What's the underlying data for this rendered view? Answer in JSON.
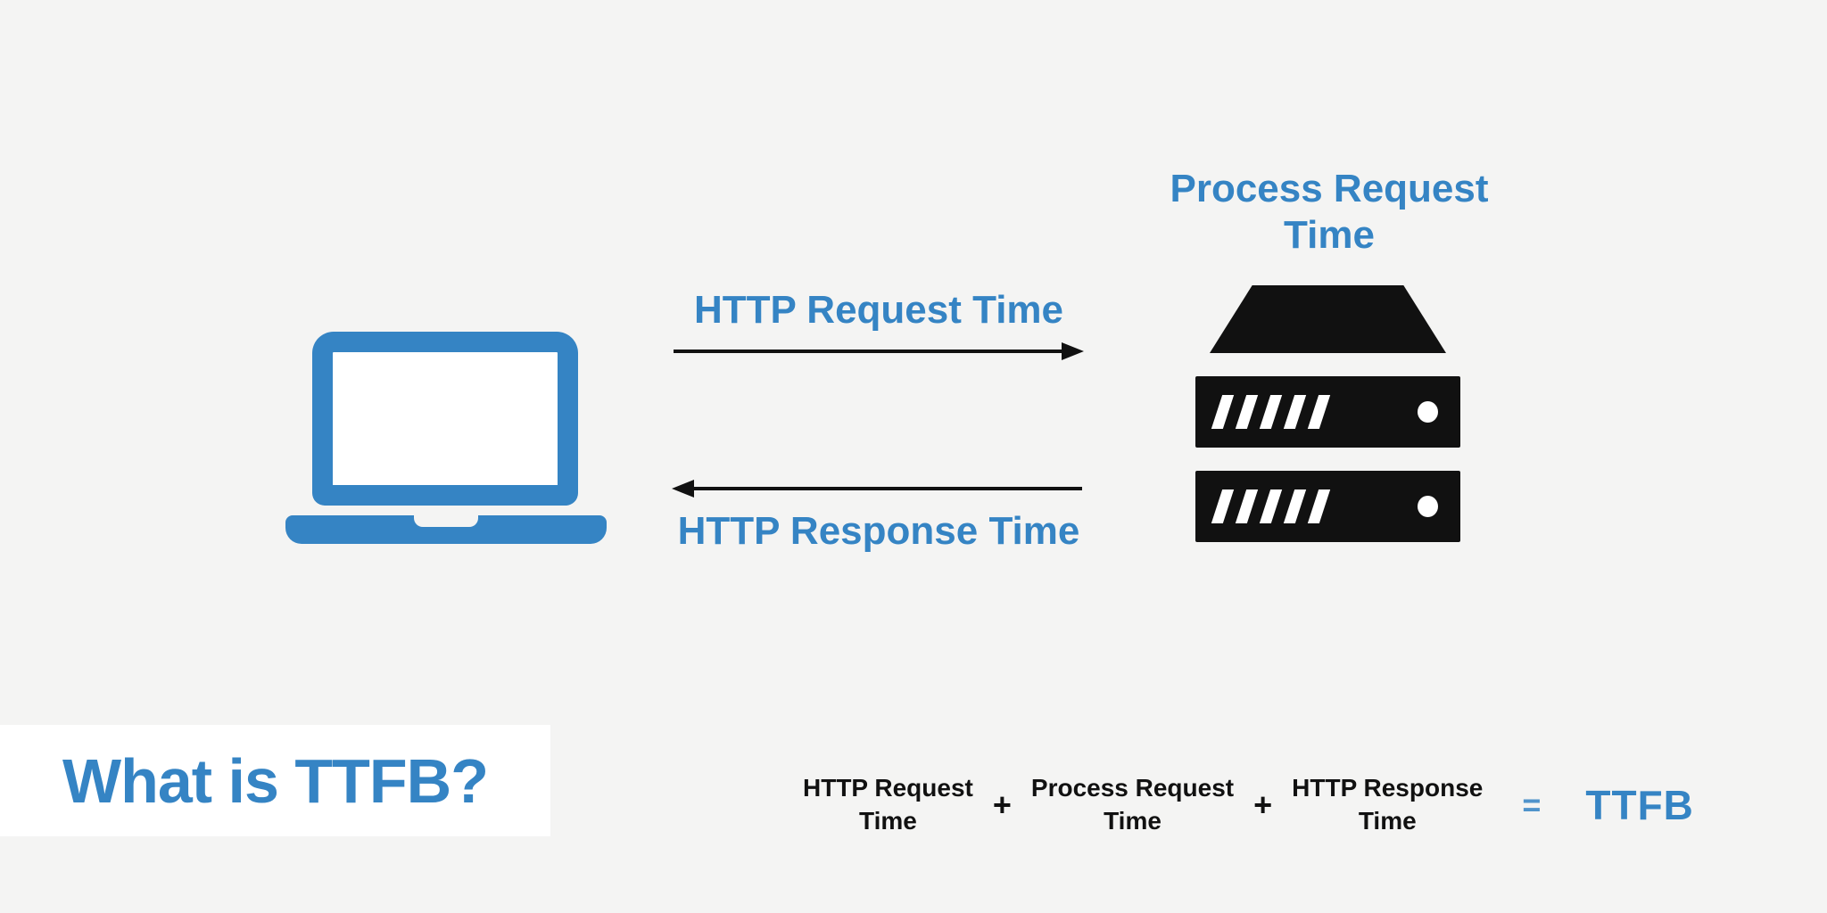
{
  "colors": {
    "background": "#f4f4f3",
    "accent_blue": "#3584c4",
    "equals_blue": "#4f93cb",
    "icon_black": "#111111",
    "panel_white": "#ffffff"
  },
  "diagram": {
    "client_icon": "laptop-icon",
    "server_icon": "server-icon",
    "server_label": "Process Request Time",
    "request_arrow_label": "HTTP Request Time",
    "response_arrow_label": "HTTP Response Time"
  },
  "title": {
    "text": "What is TTFB?"
  },
  "formula": {
    "terms": [
      {
        "line1": "HTTP Request",
        "line2": "Time"
      },
      {
        "line1": "Process Request",
        "line2": "Time"
      },
      {
        "line1": "HTTP Response",
        "line2": "Time"
      }
    ],
    "plus": "+",
    "equals": "=",
    "result": "TTFB"
  }
}
